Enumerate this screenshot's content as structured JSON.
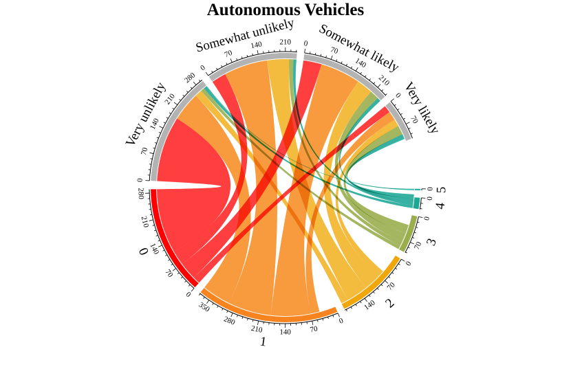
{
  "chart_data": {
    "type": "chord",
    "title": "Autonomous Vehicles",
    "sectors": [
      {
        "name": "Very unlikely",
        "group": "top",
        "total": 300,
        "color": "#b3b3b3",
        "ticks": [
          0,
          70,
          140,
          210,
          280
        ]
      },
      {
        "name": "Somewhat unlikely",
        "group": "top",
        "total": 240,
        "color": "#b3b3b3",
        "ticks": [
          0,
          70,
          140,
          210
        ]
      },
      {
        "name": "Somewhat likely",
        "group": "top",
        "total": 240,
        "color": "#b3b3b3",
        "ticks": [
          0,
          70,
          140,
          210
        ]
      },
      {
        "name": "Very likely",
        "group": "top",
        "total": 110,
        "color": "#b3b3b3",
        "ticks": [
          0,
          70
        ]
      },
      {
        "name": "5",
        "group": "bottom",
        "total": 4,
        "color": "#20b2a0",
        "ticks": [
          0
        ]
      },
      {
        "name": "4",
        "group": "bottom",
        "total": 30,
        "color": "#1fa795",
        "ticks": [
          0
        ]
      },
      {
        "name": "3",
        "group": "bottom",
        "total": 100,
        "color": "#9aae4e",
        "ticks": [
          0,
          70
        ]
      },
      {
        "name": "2",
        "group": "bottom",
        "total": 200,
        "color": "#f1a60a",
        "ticks": [
          0,
          70,
          140
        ]
      },
      {
        "name": "1",
        "group": "bottom",
        "total": 380,
        "color": "#f7841f",
        "ticks": [
          0,
          70,
          140,
          210,
          280,
          350
        ]
      },
      {
        "name": "0",
        "group": "bottom",
        "total": 290,
        "color": "#ff0000",
        "ticks": [
          0,
          70,
          140,
          210,
          280
        ]
      }
    ],
    "flows": [
      {
        "from": "Very unlikely",
        "to": "0",
        "value": 180,
        "color": "#ff2a2a"
      },
      {
        "from": "Very unlikely",
        "to": "1",
        "value": 80,
        "color": "#f7902a"
      },
      {
        "from": "Very unlikely",
        "to": "2",
        "value": 20,
        "color": "#f3b52a"
      },
      {
        "from": "Very unlikely",
        "to": "3",
        "value": 10,
        "color": "#9aae4e"
      },
      {
        "from": "Very unlikely",
        "to": "4",
        "value": 8,
        "color": "#20a898"
      },
      {
        "from": "Very unlikely",
        "to": "5",
        "value": 2,
        "color": "#20b2a0"
      },
      {
        "from": "Somewhat unlikely",
        "to": "0",
        "value": 40,
        "color": "#ff2a2a"
      },
      {
        "from": "Somewhat unlikely",
        "to": "1",
        "value": 120,
        "color": "#f7902a"
      },
      {
        "from": "Somewhat unlikely",
        "to": "2",
        "value": 60,
        "color": "#f3b52a"
      },
      {
        "from": "Somewhat unlikely",
        "to": "3",
        "value": 12,
        "color": "#9aae4e"
      },
      {
        "from": "Somewhat unlikely",
        "to": "4",
        "value": 8,
        "color": "#20a898"
      },
      {
        "from": "Somewhat likely",
        "to": "0",
        "value": 50,
        "color": "#ff2a2a"
      },
      {
        "from": "Somewhat likely",
        "to": "1",
        "value": 110,
        "color": "#f7902a"
      },
      {
        "from": "Somewhat likely",
        "to": "2",
        "value": 45,
        "color": "#f3b52a"
      },
      {
        "from": "Somewhat likely",
        "to": "3",
        "value": 25,
        "color": "#9aae4e"
      },
      {
        "from": "Somewhat likely",
        "to": "4",
        "value": 10,
        "color": "#20a898"
      },
      {
        "from": "Very likely",
        "to": "0",
        "value": 20,
        "color": "#ff2a2a"
      },
      {
        "from": "Very likely",
        "to": "1",
        "value": 25,
        "color": "#f7902a"
      },
      {
        "from": "Very likely",
        "to": "2",
        "value": 20,
        "color": "#f3b52a"
      },
      {
        "from": "Very likely",
        "to": "3",
        "value": 25,
        "color": "#9aae4e"
      },
      {
        "from": "Very likely",
        "to": "4",
        "value": 12,
        "color": "#20a898"
      },
      {
        "from": "Very likely",
        "to": "5",
        "value": 2,
        "color": "#20b2a0"
      }
    ]
  }
}
